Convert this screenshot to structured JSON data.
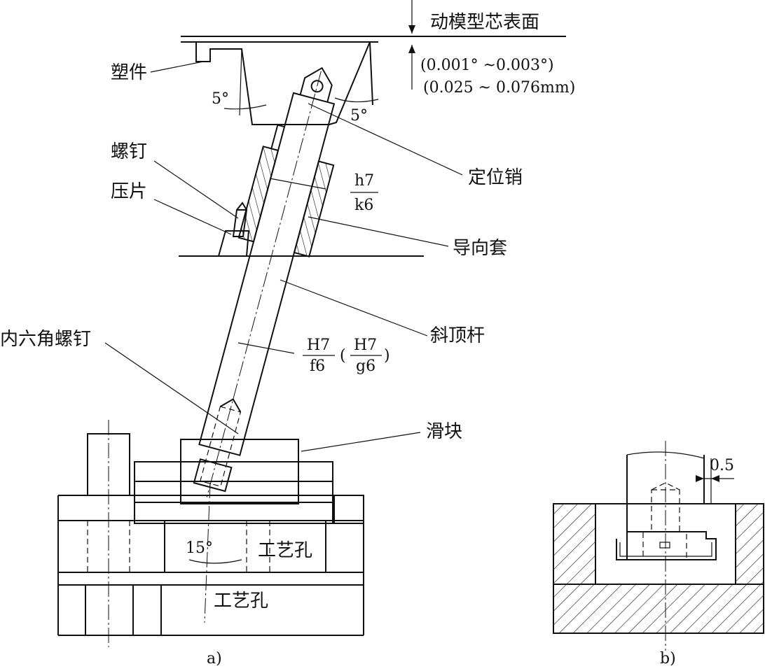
{
  "labels": {
    "core_surface": "动模型芯表面",
    "tolerance_angle": "(0.001° ~0.003°)",
    "tolerance_mm": "(0.025 ~ 0.076mm)",
    "plastic_part": "塑件",
    "angle_5_left": "5°",
    "angle_5_right": "5°",
    "locating_pin": "定位销",
    "screw": "螺钉",
    "press_plate": "压片",
    "fit_h7": "h7",
    "fit_k6": "k6",
    "guide_sleeve": "导向套",
    "lifter_rod": "斜顶杆",
    "hex_screw": "内六角螺钉",
    "fit_H7_a": "H7",
    "fit_f6": "f6",
    "fit_H7_b": "H7",
    "fit_g6": "g6",
    "slider": "滑块",
    "angle_15": "15°",
    "process_hole_1": "工艺孔",
    "process_hole_2": "工艺孔",
    "caption_a": "a)",
    "dim_05": "0.5",
    "caption_b": "b)"
  }
}
